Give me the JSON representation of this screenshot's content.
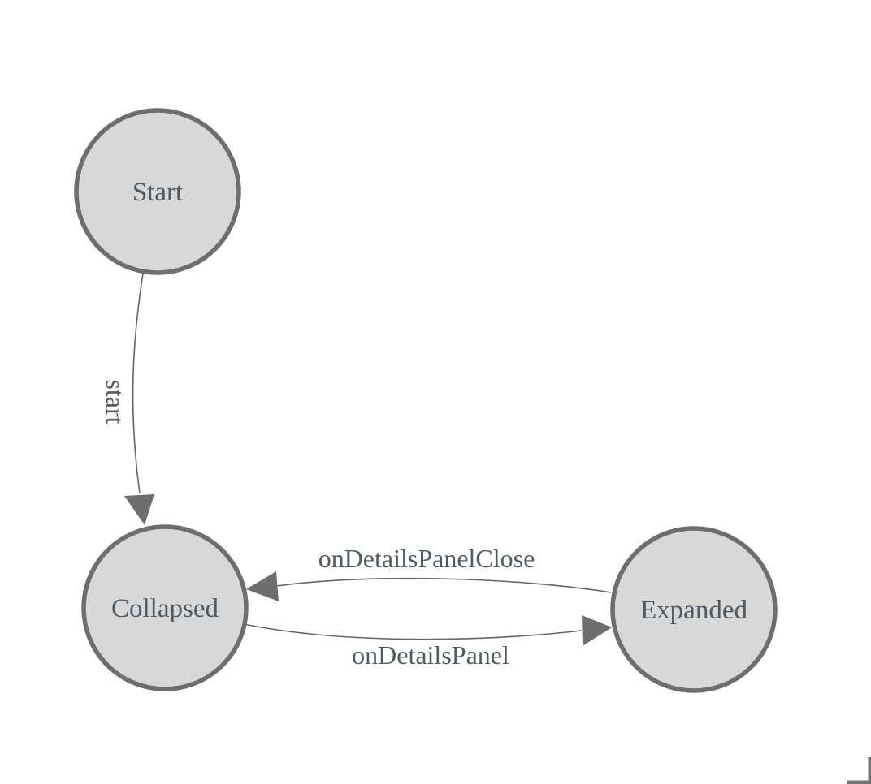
{
  "diagram": {
    "type": "state-machine",
    "background": "#ffffff",
    "colors": {
      "node_fill": "#d8d8d8",
      "node_stroke": "#6e6e6e",
      "edge_line": "#666666",
      "arrowhead": "#6e6e6e",
      "label_text": "#4e5a64"
    },
    "nodes": [
      {
        "id": "start",
        "label": "Start"
      },
      {
        "id": "collapsed",
        "label": "Collapsed"
      },
      {
        "id": "expanded",
        "label": "Expanded"
      }
    ],
    "edges": [
      {
        "id": "start-transition",
        "label": "start",
        "from": "Start",
        "to": "Collapsed"
      },
      {
        "id": "on-details-panel",
        "label": "onDetailsPanel",
        "from": "Collapsed",
        "to": "Expanded"
      },
      {
        "id": "on-details-panel-close",
        "label": "onDetailsPanelClose",
        "from": "Expanded",
        "to": "Collapsed"
      }
    ]
  }
}
